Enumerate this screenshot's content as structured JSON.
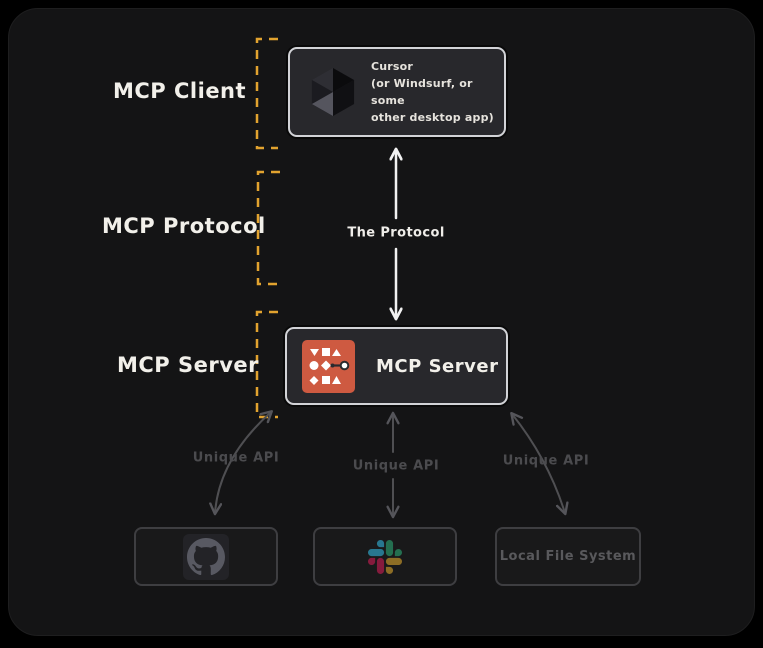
{
  "labels": {
    "client": "MCP Client",
    "protocol": "MCP Protocol",
    "server": "MCP Server"
  },
  "client_box": {
    "title": "Cursor",
    "subtitle_line1": "(or Windsurf, or some",
    "subtitle_line2": "other desktop app)",
    "icon": "cursor-cube-icon"
  },
  "protocol": {
    "arrow_label": "The Protocol"
  },
  "server_box": {
    "label": "MCP Server",
    "icon": "mcp-logo-icon"
  },
  "api_arrows": [
    {
      "label": "Unique API"
    },
    {
      "label": "Unique API"
    },
    {
      "label": "Unique API"
    }
  ],
  "integrations": [
    {
      "name": "GitHub",
      "icon": "github-icon",
      "label": ""
    },
    {
      "name": "Slack",
      "icon": "slack-icon",
      "label": ""
    },
    {
      "name": "Local File System",
      "icon": "",
      "label": "Local File System"
    }
  ],
  "colors": {
    "background": "#000000",
    "panel": "#141415",
    "node_bg": "#28282c",
    "node_border": "#d2d3d7",
    "accent": "#e2a32f",
    "muted_gray": "#4f4f52",
    "server_icon_bg": "#ce5a41",
    "text_light": "#f2f0ea",
    "arrow_white": "#f2f2f2"
  }
}
